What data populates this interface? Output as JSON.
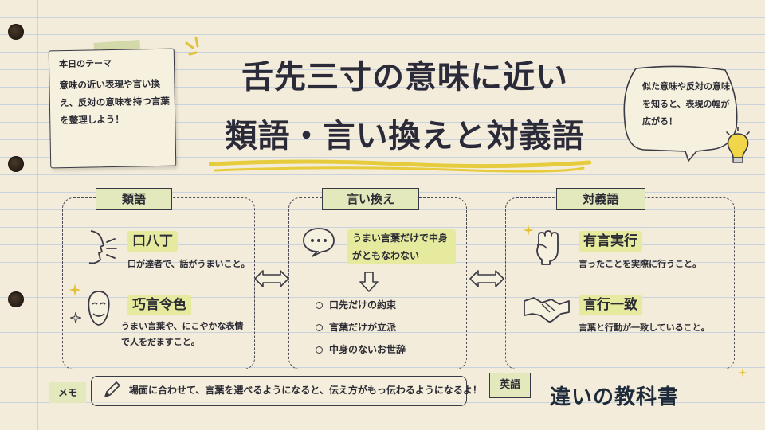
{
  "sticky_note": {
    "title": "本日のテーマ",
    "body": "意味の近い表現や言い換え、反対の意味を持つ言葉を整理しよう！"
  },
  "title": {
    "line1": "舌先三寸の意味に近い",
    "line2": "類語・言い換えと対義語"
  },
  "bubble": {
    "text": "似た意味や反対の意味を知ると、表現の幅が広がる！"
  },
  "sections": {
    "synonyms": {
      "label": "類語",
      "items": [
        {
          "term": "口八丁",
          "desc": "口が達者で、話がうまいこと。"
        },
        {
          "term": "巧言令色",
          "desc": "うまい言葉や、にこやかな表情で人をだますこと。"
        }
      ]
    },
    "paraphrase": {
      "label": "言い換え",
      "highlight": "うまい言葉だけで中身がともなわない",
      "items": [
        "口先だけの約束",
        "言葉だけが立派",
        "中身のないお世辞"
      ]
    },
    "antonyms": {
      "label": "対義語",
      "items": [
        {
          "term": "有言実行",
          "desc": "言ったことを実際に行うこと。"
        },
        {
          "term": "言行一致",
          "desc": "言葉と行動が一致していること。"
        }
      ]
    }
  },
  "memo": {
    "label": "メモ",
    "text": "場面に合わせて、言葉を選べるようになると、伝え方がもっ伝わるようになるよ！"
  },
  "footer": {
    "english_label": "英語",
    "logo_text": "違いの教科書"
  },
  "colors": {
    "highlight": "#e6ea9e",
    "tag": "#e4e8bd",
    "ink": "#2b2b33",
    "paper": "#f4ecda"
  }
}
